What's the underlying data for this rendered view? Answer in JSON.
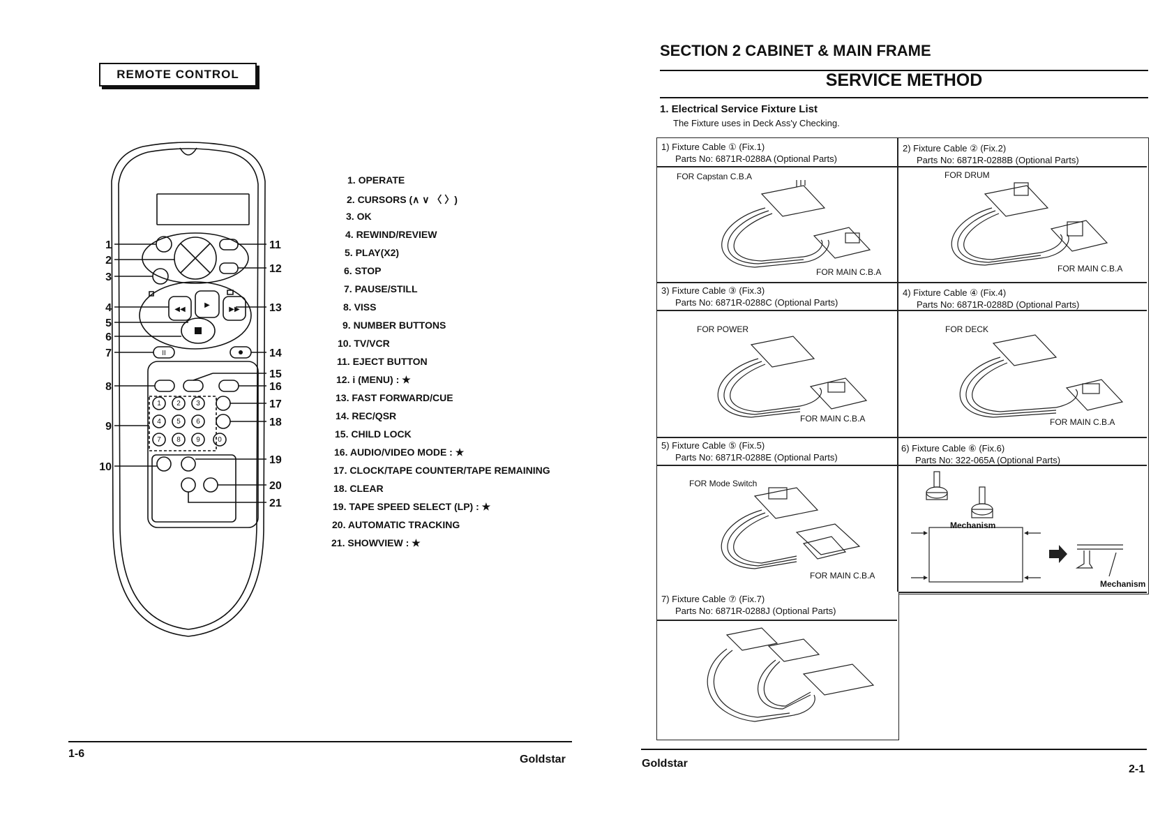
{
  "left_page": {
    "header_label": "REMOTE CONTROL",
    "callout_numbers_left": [
      "1",
      "2",
      "3",
      "4",
      "5",
      "6",
      "7",
      "8",
      "9",
      "10"
    ],
    "callout_numbers_right": [
      "11",
      "12",
      "13",
      "14",
      "15",
      "16",
      "17",
      "18",
      "19",
      "20",
      "21"
    ],
    "keypad_digits": [
      "1",
      "2",
      "3",
      "4",
      "5",
      "6",
      "7",
      "8",
      "9",
      "0"
    ],
    "legend": [
      "1. OPERATE",
      "2. CURSORS (∧ ∨ 〈  〉)",
      "3. OK",
      "4. REWIND/REVIEW",
      "5. PLAY(X2)",
      "6. STOP",
      "7. PAUSE/STILL",
      "8. VISS",
      "9. NUMBER BUTTONS",
      "10. TV/VCR",
      "11. EJECT BUTTON",
      "12. i (MENU) : ★",
      "13. FAST FORWARD/CUE",
      "14. REC/QSR",
      "15. CHILD LOCK",
      "16. AUDIO/VIDEO MODE : ★",
      "17. CLOCK/TAPE COUNTER/TAPE REMAINING",
      "18. CLEAR",
      "19. TAPE SPEED SELECT (LP) : ★",
      "20. AUTOMATIC TRACKING",
      "21. SHOWVIEW : ★"
    ],
    "page_number": "1-6",
    "brand": "Goldstar"
  },
  "right_page": {
    "section_title": "SECTION 2  CABINET & MAIN FRAME",
    "service_method": "SERVICE METHOD",
    "heading": "1.  Electrical Service Fixture List",
    "subheading": "The Fixture uses in Deck Ass'y Checking.",
    "fixtures": [
      {
        "title": "1)  Fixture Cable ① (Fix.1)",
        "parts": "Parts No: 6871R-0288A (Optional Parts)",
        "label_top": "FOR Capstan C.B.A",
        "label_bottom": "FOR MAIN C.B.A"
      },
      {
        "title": "2)  Fixture Cable ② (Fix.2)",
        "parts": "Parts No: 6871R-0288B (Optional Parts)",
        "label_top": "FOR DRUM",
        "label_bottom": "FOR MAIN C.B.A"
      },
      {
        "title": "3)  Fixture Cable ③ (Fix.3)",
        "parts": "Parts No: 6871R-0288C (Optional Parts)",
        "label_top": "FOR POWER",
        "label_bottom": "FOR MAIN C.B.A"
      },
      {
        "title": "4)  Fixture Cable ④ (Fix.4)",
        "parts": "Parts No: 6871R-0288D (Optional Parts)",
        "label_top": "FOR DECK",
        "label_bottom": "FOR MAIN C.B.A"
      },
      {
        "title": "5)  Fixture Cable ⑤ (Fix.5)",
        "parts": "Parts No: 6871R-0288E (Optional Parts)",
        "label_top": "FOR Mode Switch",
        "label_bottom": "FOR MAIN C.B.A"
      },
      {
        "title": "6)  Fixture Cable ⑥ (Fix.6)",
        "parts": "Parts No: 322-065A (Optional Parts)",
        "label_mech": "Mechanism",
        "label_mech2": "Mechanism"
      },
      {
        "title": "7)  Fixture Cable ⑦ (Fix.7)",
        "parts": "Parts No: 6871R-0288J (Optional Parts)"
      }
    ],
    "brand": "Goldstar",
    "page_number": "2-1"
  }
}
